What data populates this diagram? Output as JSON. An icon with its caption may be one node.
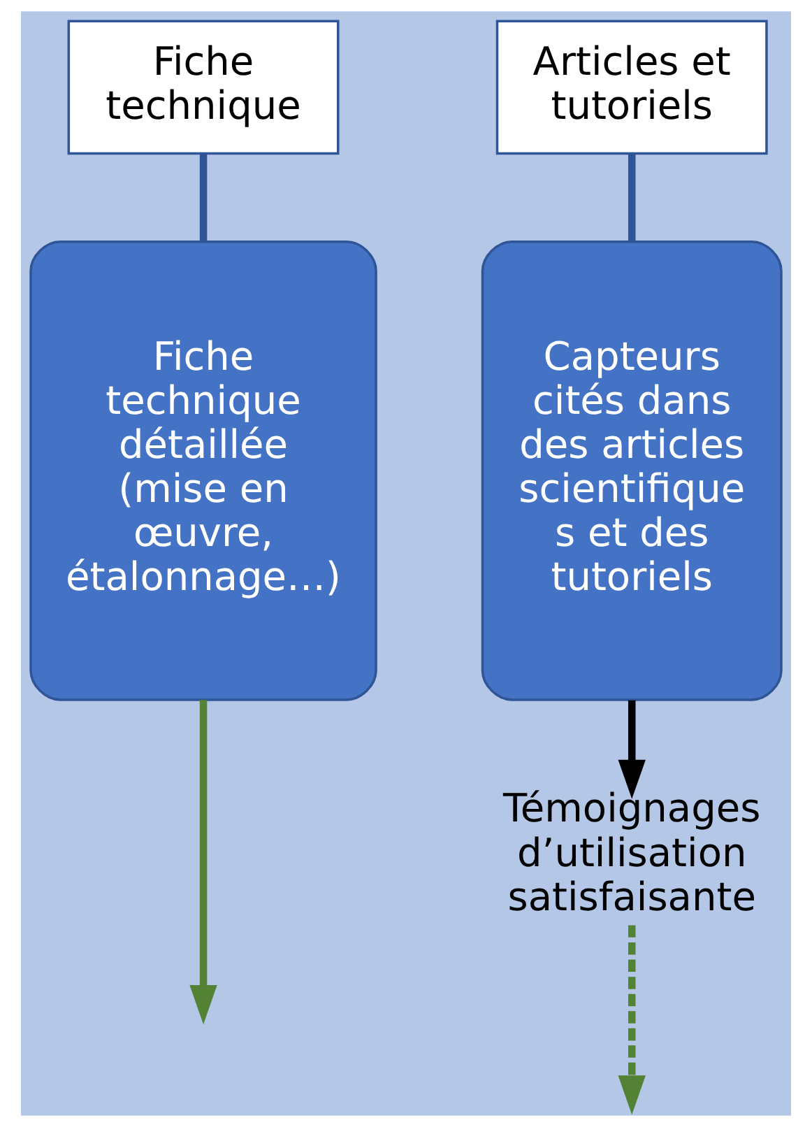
{
  "diagram": {
    "nodes": [
      {
        "text": [
          "Fiche technique"
        ]
      },
      {
        "text": [
          "Articles et tutoriels"
        ]
      },
      {
        "text": [
          "Fiche technique détaillée (mise en œuvre, étalonnage…)"
        ]
      },
      {
        "text": [
          "Capteurs cités dans des articles scientifiques et des tutoriels"
        ]
      },
      {
        "text": [
          "Témoignages d’utilisation satisfaisante"
        ]
      }
    ],
    "edges": [
      {
        "from": 0,
        "to": 2,
        "arrow": "none"
      },
      {
        "from": 1,
        "to": 3,
        "arrow": "none"
      },
      {
        "from": 3,
        "to": 4,
        "arrow": "to",
        "color": "#000000"
      },
      {
        "from": 2,
        "to": null,
        "arrow": "to",
        "color": "#548235"
      },
      {
        "from": 4,
        "to": null,
        "arrow": "to",
        "style": "dashed",
        "color": "#548235"
      }
    ]
  }
}
